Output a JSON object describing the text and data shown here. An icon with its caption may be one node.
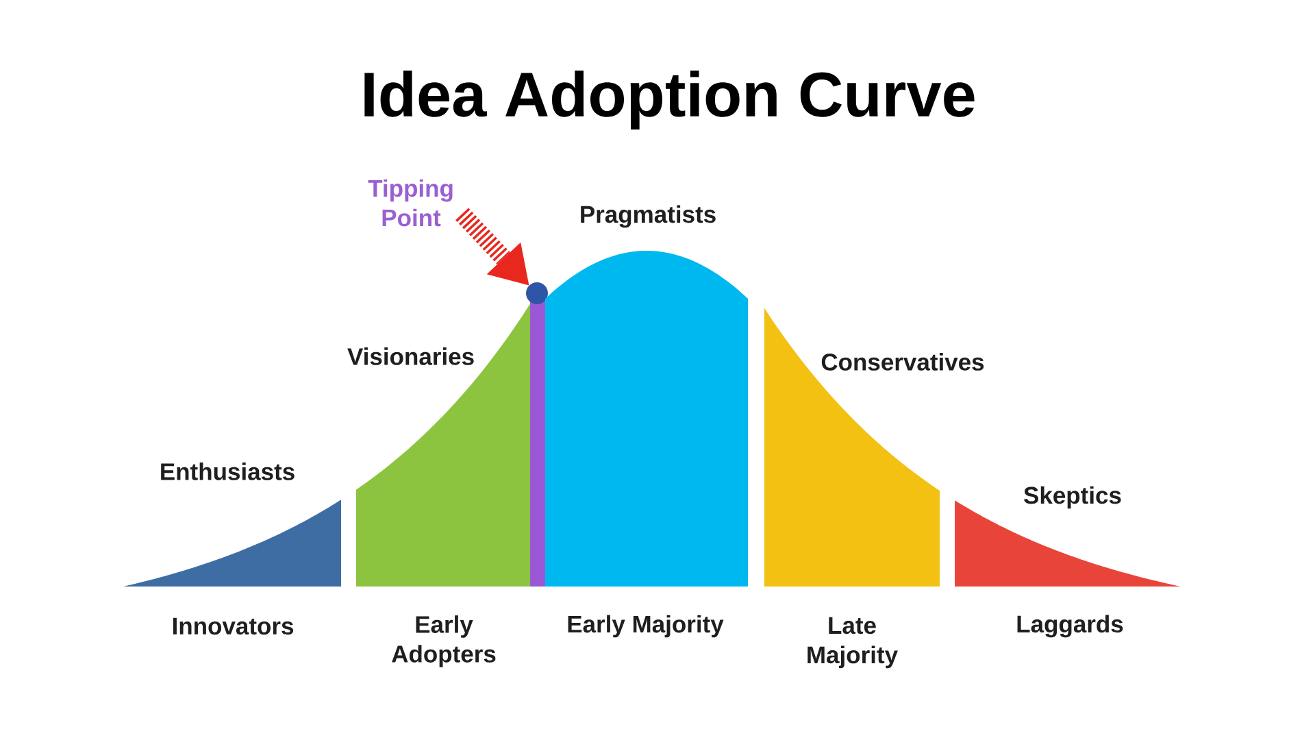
{
  "diagram": {
    "title": "Idea Adoption Curve",
    "nodes": [
      {
        "text": [
          "Tipping Point"
        ]
      },
      {
        "text": [],
        "shape": "circle"
      },
      {
        "text": [
          "Enthusiasts",
          "Innovators"
        ]
      },
      {
        "text": [
          "Visionaries",
          "Early Adopters"
        ]
      },
      {
        "text": [
          "Pragmatists",
          "Early Majority"
        ]
      },
      {
        "text": [
          "Conservatives",
          "Late Majority"
        ]
      },
      {
        "text": [
          "Skeptics",
          "Laggards"
        ]
      }
    ],
    "edges": [
      {
        "from": 0,
        "to": 1,
        "arrow": "to",
        "color": "#e8281e"
      }
    ]
  }
}
